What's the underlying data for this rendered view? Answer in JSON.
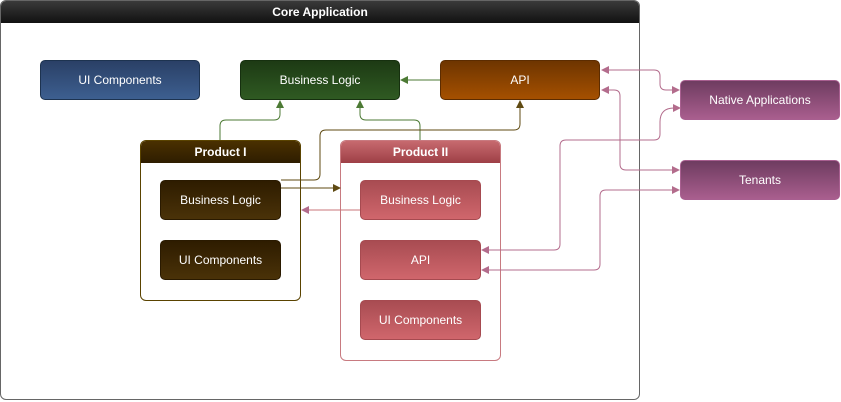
{
  "core": {
    "title": "Core Application",
    "ui_components": "UI Components",
    "business_logic": "Business Logic",
    "api": "API"
  },
  "product1": {
    "title": "Product I",
    "business_logic": "Business Logic",
    "ui_components": "UI Components"
  },
  "product2": {
    "title": "Product II",
    "business_logic": "Business Logic",
    "api": "API",
    "ui_components": "UI Components"
  },
  "external": {
    "native_applications": "Native Applications",
    "tenants": "Tenants"
  },
  "colors": {
    "ui_blue": "#2f4f7a",
    "business_green": "#23461a",
    "api_orange": "#8a4200",
    "product1_brown": "#3d2600",
    "product2_red": "#b8555a",
    "external_purple": "#8a4c78",
    "edge_green": "#4c7a34",
    "edge_brown": "#5f4a12",
    "edge_pink": "#b36c8c"
  }
}
